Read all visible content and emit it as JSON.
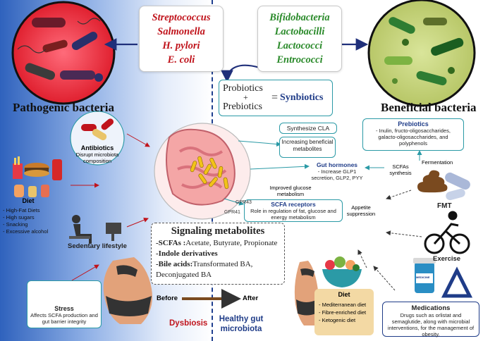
{
  "pathogenic": {
    "names": [
      "Streptococcus",
      "Salmonella",
      "H. pylori",
      "E. coli"
    ],
    "heading": "Pathogenic bacteria"
  },
  "beneficial": {
    "names": [
      "Bifidobacteria",
      "Lactobacilli",
      "Lactococci",
      "Entrococci"
    ],
    "heading": "Beneficial bacteria"
  },
  "synbiotics": {
    "probiotics": "Probiotics",
    "plus": "+",
    "prebiotics": "Prebiotics",
    "equals": "=",
    "result": "Synbiotics"
  },
  "cla": "Synthesize CLA",
  "increasing": "Increasing beneficial metabolites",
  "prebiotics_box": {
    "title": "Prebiotics",
    "text": "- Inulin, fructo-oligosaccharides, galacto-oligosaccharides, and polyphenols"
  },
  "scfas_synthesis": "SCFAs synthesis",
  "fermentation": "Fermentation",
  "gut_hormones": {
    "title": "Gut hormones",
    "text": "- Increase GLP1 secretion, GLP2, PYY"
  },
  "improved_glucose": "Improved glucose metabolism",
  "appetite": "Appetite suppression",
  "scfa_receptors": {
    "title": "SCFA receptors",
    "text": "Role in regulation of fat, glucose and energy metabolism",
    "gpr43": "GPR43",
    "gpr41": "GPR41"
  },
  "antibiotics": {
    "title": "Antibiotics",
    "text": "Disrupt microbiota composition"
  },
  "diet_left": {
    "title": "Diet",
    "items": [
      "- High-Fat Diets",
      "- High sugars",
      "- Snacking",
      "- Excessive alcohol"
    ]
  },
  "sedentary": "Sedentary lifestyle",
  "stress": {
    "title": "Stress",
    "text": "Affects SCFA production and gut barrier integrity"
  },
  "signaling": {
    "title": "Signaling metabolites",
    "line1_b": "-SCFAs :",
    "line1": "Acetate, Butyrate, Propionate",
    "line2_b": "-Indole derivatives",
    "line3_b": "-Bile acids:",
    "line3": "Transformated BA,",
    "line4": "Deconjugated BA"
  },
  "before": "Before",
  "after": "After",
  "dysbiosis": "Dysbiosis",
  "healthy": "Healthy gut microbiota",
  "fmt": "FMT",
  "exercise": "Exercise",
  "diet_right": {
    "title": "Diet",
    "items": [
      "- Mediterranean diet",
      "- Fibre-enriched diet",
      "- Ketogenic diet"
    ]
  },
  "medications": {
    "title": "Medications",
    "text": "Drugs such as orlistat and semaglutide, along with microbial interventions, for the management of obesity.",
    "bottle_label": "MEDICINE"
  },
  "colors": {
    "navy": "#1f3c88",
    "teal": "#2b9aa6",
    "red": "#c0141c",
    "green": "#2a8a2a"
  }
}
